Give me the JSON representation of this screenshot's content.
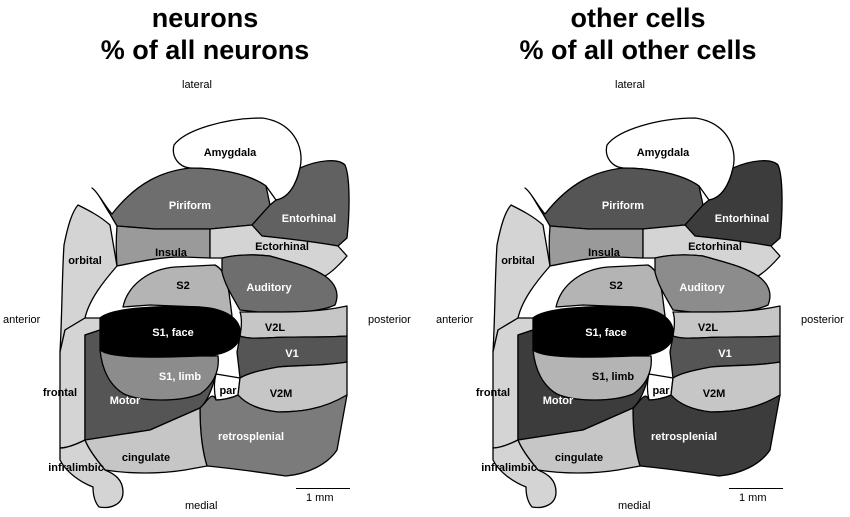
{
  "panels": [
    {
      "title_line1": "neurons",
      "title_line2": "% of all neurons",
      "orient": {
        "lateral": "lateral",
        "medial": "medial",
        "anterior": "anterior",
        "posterior": "posterior"
      },
      "scale_label": "1 mm",
      "fills": {
        "amygdala": "#ffffff",
        "piriform": "#6e6e6e",
        "entorhinal": "#616161",
        "orbital": "#d4d4d4",
        "insula": "#9a9a9a",
        "ectorhinal": "#d4d4d4",
        "s2": "#b4b4b4",
        "auditory": "#6e6e6e",
        "s1face": "#000000",
        "v2l": "#c6c6c6",
        "v1": "#555555",
        "frontal": "#d4d4d4",
        "motor": "#555555",
        "s1limb": "#8c8c8c",
        "par": "#ffffff",
        "v2m": "#c6c6c6",
        "retrosplenial": "#7b7b7b",
        "cingulate": "#c6c6c6",
        "infralimbic": "#d4d4d4"
      }
    },
    {
      "title_line1": "other cells",
      "title_line2": "% of all other cells",
      "orient": {
        "lateral": "lateral",
        "medial": "medial",
        "anterior": "anterior",
        "posterior": "posterior"
      },
      "scale_label": "1 mm",
      "fills": {
        "amygdala": "#ffffff",
        "piriform": "#555555",
        "entorhinal": "#3c3c3c",
        "orbital": "#d4d4d4",
        "insula": "#9a9a9a",
        "ectorhinal": "#d4d4d4",
        "s2": "#b4b4b4",
        "auditory": "#8c8c8c",
        "s1face": "#000000",
        "v2l": "#c6c6c6",
        "v1": "#555555",
        "frontal": "#d4d4d4",
        "motor": "#3c3c3c",
        "s1limb": "#b4b4b4",
        "par": "#ffffff",
        "v2m": "#c6c6c6",
        "retrosplenial": "#3c3c3c",
        "cingulate": "#c6c6c6",
        "infralimbic": "#d4d4d4"
      }
    }
  ],
  "regions": [
    {
      "key": "amygdala",
      "label": "Amygdala"
    },
    {
      "key": "piriform",
      "label": "Piriform"
    },
    {
      "key": "entorhinal",
      "label": "Entorhinal"
    },
    {
      "key": "orbital",
      "label": "orbital"
    },
    {
      "key": "insula",
      "label": "Insula"
    },
    {
      "key": "ectorhinal",
      "label": "Ectorhinal"
    },
    {
      "key": "s2",
      "label": "S2"
    },
    {
      "key": "auditory",
      "label": "Auditory"
    },
    {
      "key": "s1face",
      "label": "S1, face"
    },
    {
      "key": "v2l",
      "label": "V2L"
    },
    {
      "key": "v1",
      "label": "V1"
    },
    {
      "key": "frontal",
      "label": "frontal"
    },
    {
      "key": "motor",
      "label": "Motor"
    },
    {
      "key": "s1limb",
      "label": "S1, limb"
    },
    {
      "key": "par",
      "label": "par"
    },
    {
      "key": "v2m",
      "label": "V2M"
    },
    {
      "key": "retrosplenial",
      "label": "retrosplenial"
    },
    {
      "key": "cingulate",
      "label": "cingulate"
    },
    {
      "key": "infralimbic",
      "label": "infralimbic"
    }
  ]
}
